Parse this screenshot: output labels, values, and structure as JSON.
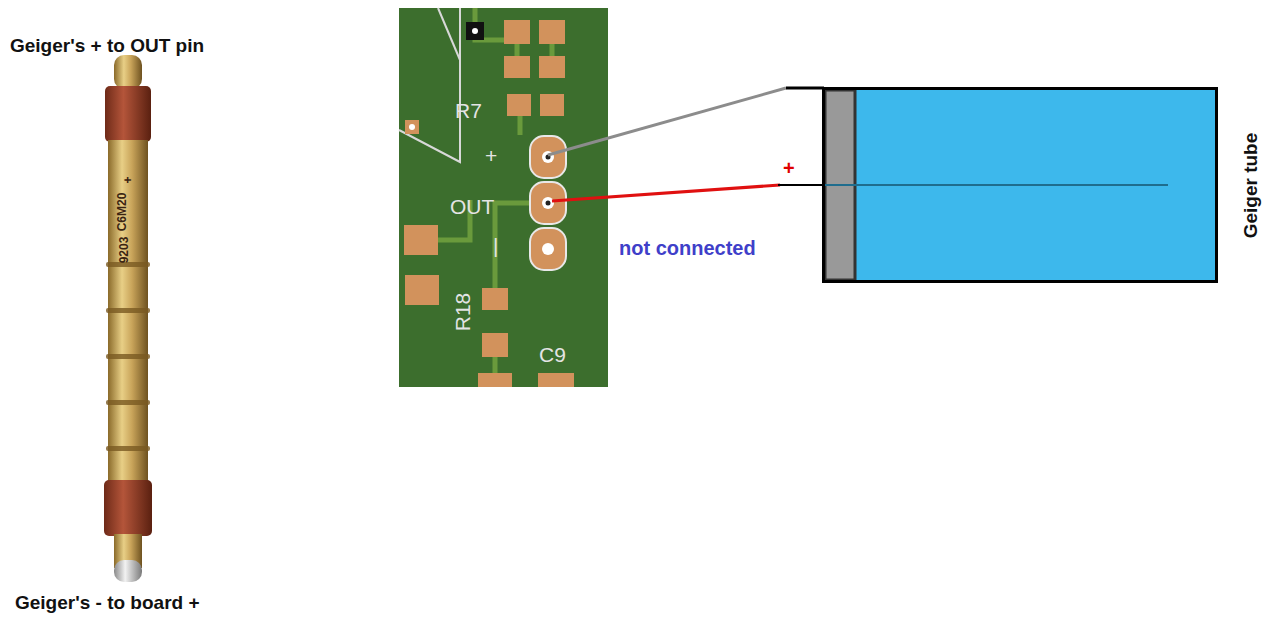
{
  "diagram": {
    "nodes": [
      {
        "text": [
          "Geiger tube"
        ]
      }
    ],
    "labels": [
      "Geiger's + to OUT pin",
      "+",
      "C6M20",
      "9203",
      "Geiger's - to board +",
      "R7",
      "+",
      "OUT",
      "|",
      "R18",
      "C9",
      "not connected",
      "+"
    ]
  }
}
